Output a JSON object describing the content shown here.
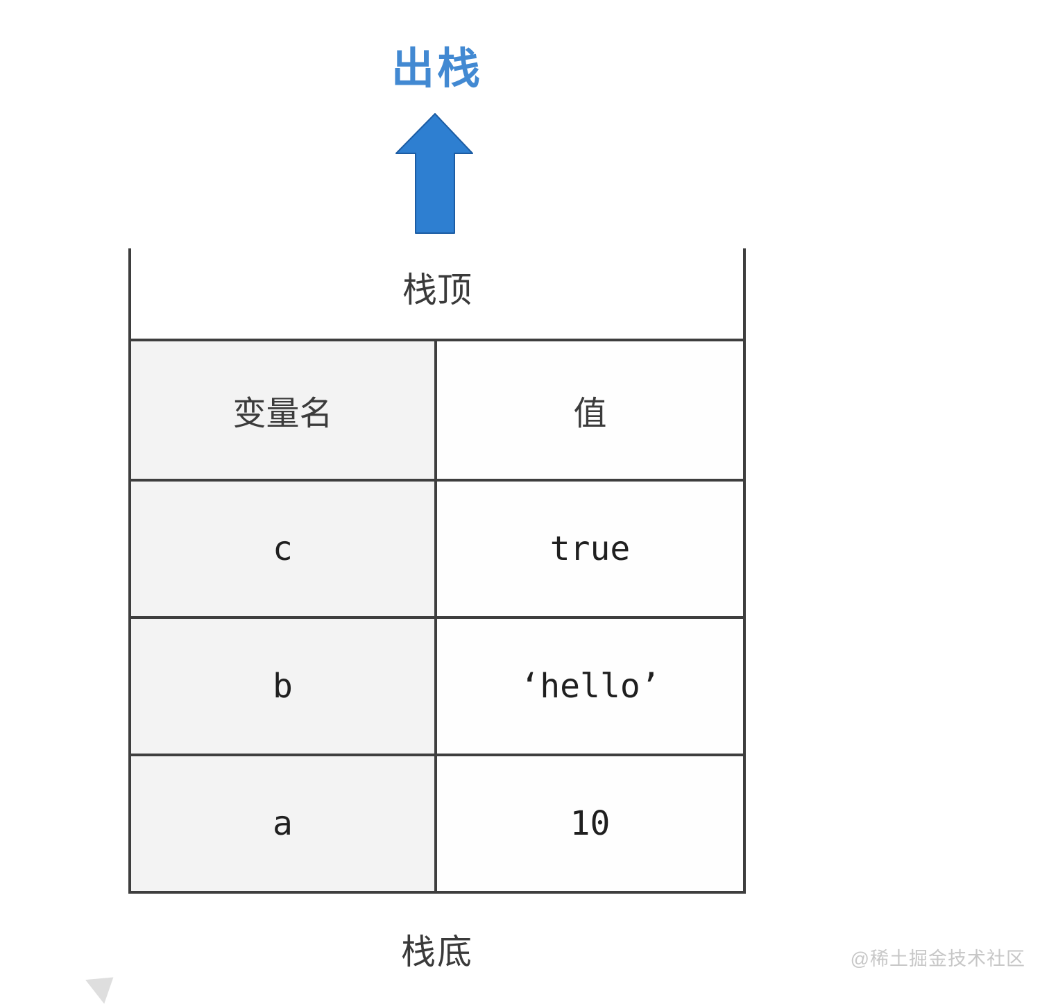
{
  "diagram": {
    "pop_label": "出栈",
    "arrow": {
      "icon": "up-arrow-icon",
      "direction": "up",
      "fill": "#2e7fd1",
      "stroke": "#1c5ca3"
    },
    "stack_top_label": "栈顶",
    "stack_bottom_label": "栈底",
    "table": {
      "headers": {
        "name": "变量名",
        "value": "值"
      },
      "rows": [
        {
          "name": "c",
          "value": "true"
        },
        {
          "name": "b",
          "value": "‘hello’"
        },
        {
          "name": "a",
          "value": "10"
        }
      ]
    },
    "colors": {
      "pop_label_text": "#4289d2",
      "border": "#3e3e3e",
      "name_cell_bg": "#f3f3f3",
      "value_cell_bg": "#fefefe",
      "label_text": "#3a3a3a",
      "value_text": "#1f1f1f"
    }
  },
  "watermark": {
    "text": "@稀土掘金技术社区",
    "color": "#c7c7c7"
  }
}
